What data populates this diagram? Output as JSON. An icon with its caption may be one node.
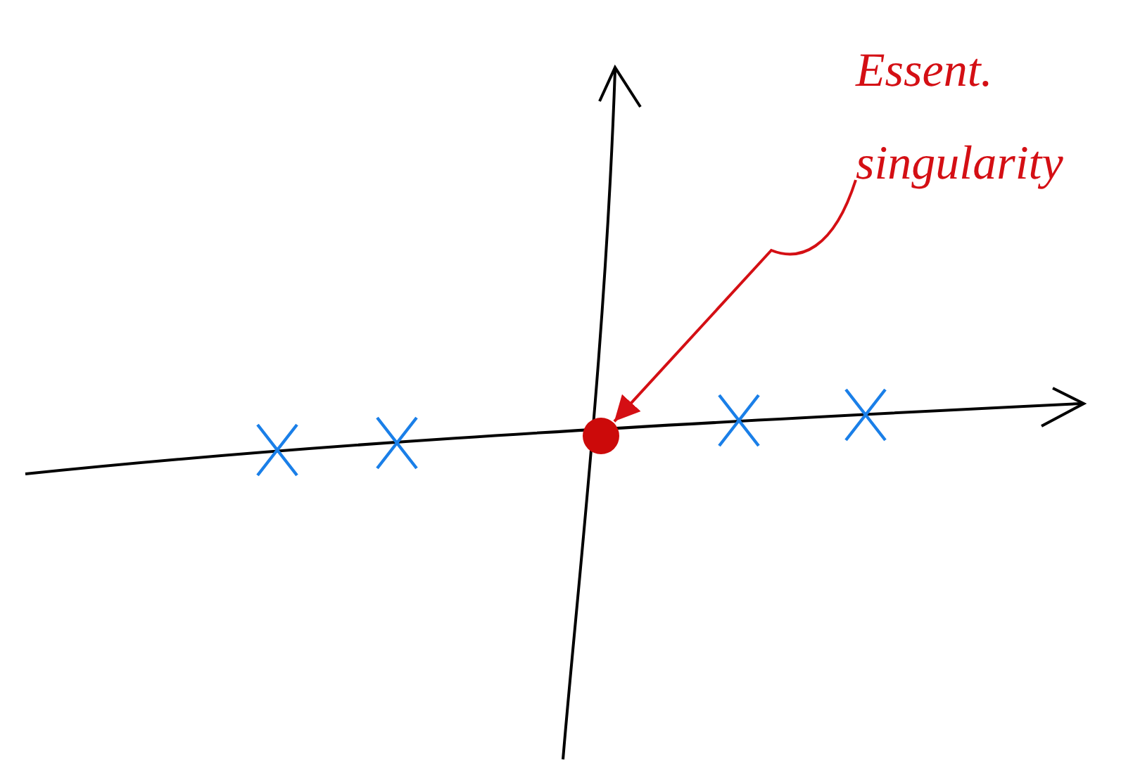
{
  "diagram": {
    "nodes": [
      {
        "text": [
          "Essent. singularity"
        ]
      },
      {
        "text": [],
        "shape": "circle"
      }
    ],
    "edges": [
      {
        "from": 0,
        "to": 1,
        "arrow": "to",
        "color": "#d40f14"
      }
    ]
  }
}
